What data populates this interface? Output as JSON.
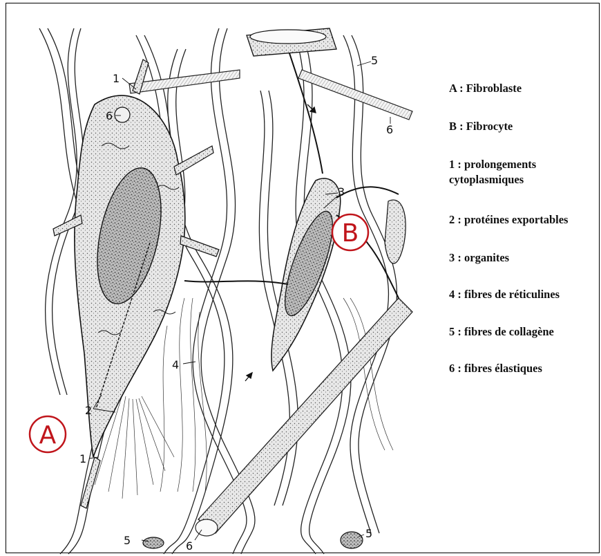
{
  "figure": {
    "cell_labels": {
      "A": "A",
      "B": "B"
    },
    "callouts": {
      "n1_top": "1",
      "n1_bottom": "1",
      "n2": "2",
      "n3": "3",
      "n4": "4",
      "n5_top": "5",
      "n5_bottom_left": "5",
      "n5_bottom_right": "5",
      "n6_left": "6",
      "n6_top_right": "6",
      "n6_bottom": "6"
    },
    "accent_color": "#c0151b"
  },
  "legend": {
    "items": [
      {
        "label": "A : Fibroblaste"
      },
      {
        "label": "B : Fibrocyte"
      },
      {
        "label_line1": "1 : prolongements",
        "label_line2": "cytoplasmiques"
      },
      {
        "label": "2 : protéines exportables"
      },
      {
        "label": "3 : organites"
      },
      {
        "label": "4 : fibres de réticulines"
      },
      {
        "label": "5 : fibres de collagène"
      },
      {
        "label": "6 : fibres élastiques"
      }
    ]
  }
}
